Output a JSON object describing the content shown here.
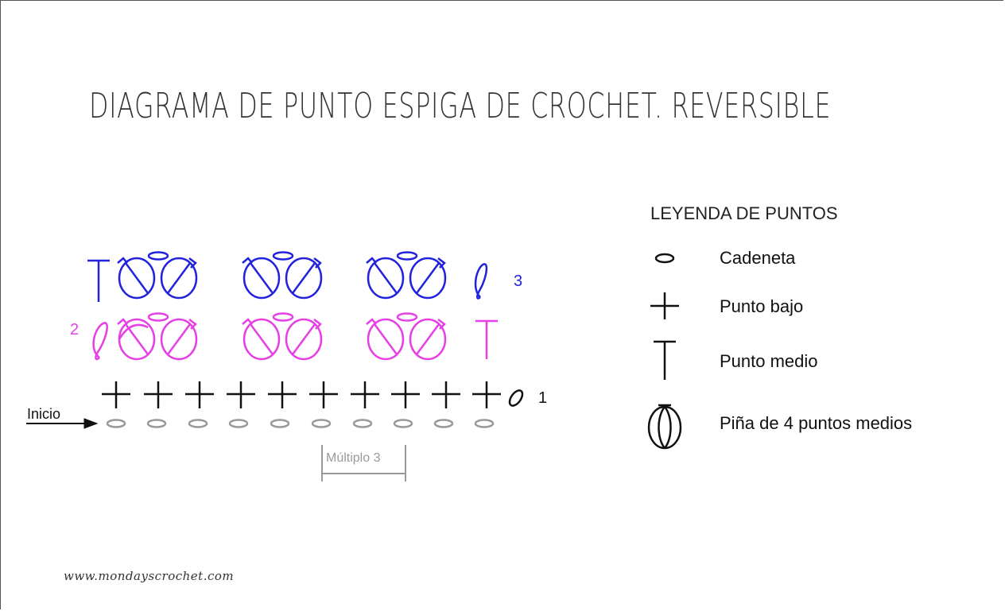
{
  "title": "DIAGRAMA DE PUNTO ESPIGA DE CROCHET. REVERSIBLE",
  "legend": {
    "title": "LEYENDA DE PUNTOS",
    "items": [
      {
        "label": "Cadeneta",
        "symbol": "chain-oval-icon"
      },
      {
        "label": "Punto bajo",
        "symbol": "plus-icon"
      },
      {
        "label": "Punto medio",
        "symbol": "t-icon"
      },
      {
        "label": "Piña de 4 puntos medios",
        "symbol": "puff-icon"
      }
    ]
  },
  "diagram": {
    "start_label": "Inicio",
    "multiple_label": "Múltiplo 3",
    "rows": [
      {
        "number": "1",
        "color": "#111111"
      },
      {
        "number": "2",
        "color": "#e63fe6"
      },
      {
        "number": "3",
        "color": "#2222dd"
      }
    ],
    "chain_color": "#999999"
  },
  "website": "www.mondayscrochet.com"
}
